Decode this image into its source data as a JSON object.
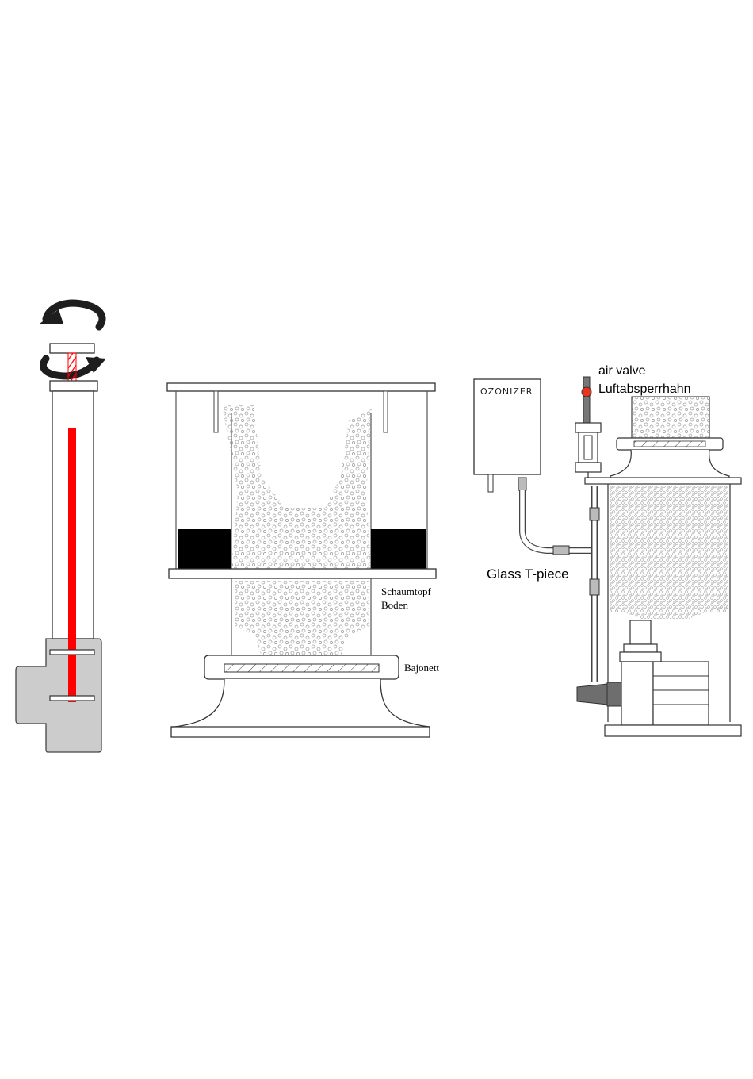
{
  "labels": {
    "schaumtopf": "Schaumtopf",
    "boden": "Boden",
    "bajonett": "Bajonett",
    "ozonizer": "OZONIZER",
    "air_valve": "air valve",
    "luftabsperrhahn": "Luftabsperrhahn",
    "glass_t_piece": "Glass T-piece"
  },
  "colors": {
    "outline": "#333333",
    "rod": "#ff0000",
    "housing": "#cccccc",
    "foam_block": "#000000",
    "valve_handle": "#e8341c",
    "pump_dark": "#6e6e6e"
  },
  "icons": {
    "rotation": "rotation-arrow-icon"
  }
}
